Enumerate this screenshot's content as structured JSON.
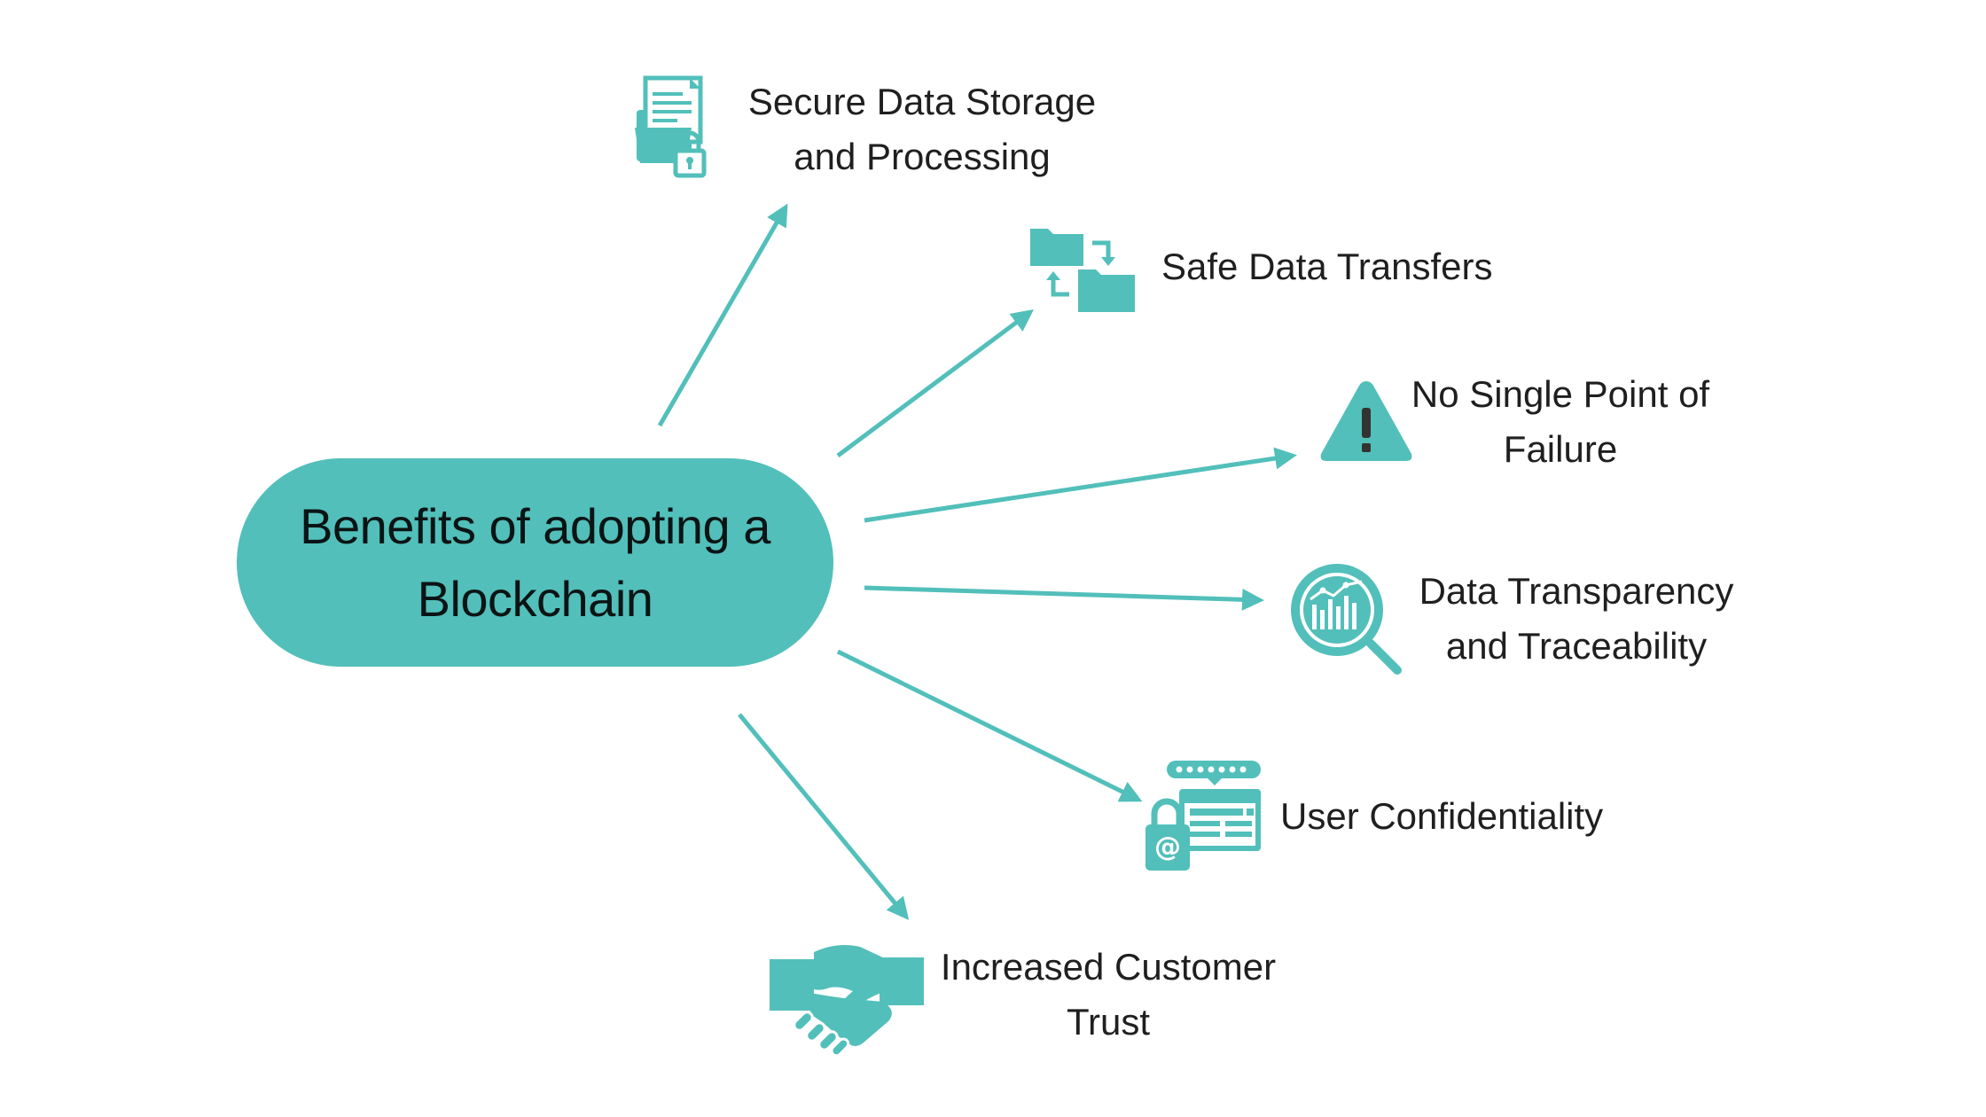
{
  "theme": {
    "accent": "#52bfba",
    "arrow": "#52bfba",
    "text": "#1f1f1f"
  },
  "center": {
    "title": "Benefits of adopting a\nBlockchain"
  },
  "benefits": [
    {
      "label": "Secure Data Storage\nand Processing",
      "icon": "document-folder-lock-icon"
    },
    {
      "label": "Safe Data Transfers",
      "icon": "folder-transfer-icon"
    },
    {
      "label": "No Single Point of\nFailure",
      "icon": "warning-triangle-icon"
    },
    {
      "label": "Data Transparency\nand Traceability",
      "icon": "chart-magnifier-icon"
    },
    {
      "label": "User Confidentiality",
      "icon": "password-browser-lock-icon"
    },
    {
      "label": "Increased Customer\nTrust",
      "icon": "handshake-icon"
    }
  ]
}
